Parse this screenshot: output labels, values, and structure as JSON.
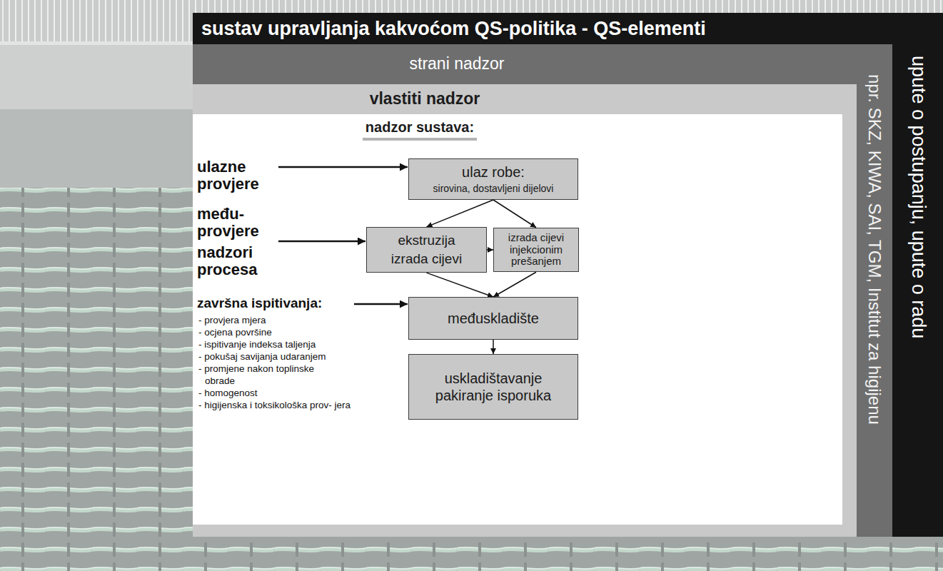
{
  "diagram": {
    "title": "sustav upravljanja kakvoćom QS-politika - QS-elementi",
    "nodes": [
      {
        "text": [
          "upute o postupanju, upute o radu"
        ]
      },
      {
        "text": [
          "strani nadzor",
          "npr. SKZ, KIWA, SAI, TGM, Institut za higijenu"
        ],
        "in": 0
      },
      {
        "text": [
          "vlastiti nadzor"
        ],
        "in": 1
      },
      {
        "text": [
          "nadzor sustava:"
        ],
        "in": 2
      },
      {
        "text": [
          "ulaz robe:",
          "sirovina, dostavljeni dijelovi"
        ],
        "in": 3
      },
      {
        "text": [
          "ekstruzija izrada cijevi"
        ],
        "in": 3
      },
      {
        "text": [
          "izrada cijevi injekcionim prešanjem"
        ],
        "in": 3
      },
      {
        "text": [
          "međuskladište"
        ],
        "in": 3
      },
      {
        "text": [
          "uskladištavanje pakiranje isporuka"
        ],
        "in": 3
      }
    ],
    "edges": [
      {
        "from": 4,
        "to": 5,
        "arrow": "to"
      },
      {
        "from": 4,
        "to": 6,
        "arrow": "to"
      },
      {
        "from": 5,
        "to": 6,
        "arrow": "to"
      },
      {
        "from": 5,
        "to": 7,
        "arrow": "to"
      },
      {
        "from": 6,
        "to": 7,
        "arrow": "to"
      },
      {
        "from": 7,
        "to": 8,
        "arrow": "to"
      }
    ],
    "labels": [
      "ulazne provjere",
      "među- provjere",
      "nadzori procesa",
      "završna ispitivanja:",
      "- provjera mjera",
      "- ocjena površine",
      "- ispitivanje indeksa taljenja",
      "- pokušaj savijanja udaranjem",
      "- promjene nakon toplinske obrade",
      "- homogenost",
      "- higijenska i toksikološka prov- jera"
    ]
  }
}
